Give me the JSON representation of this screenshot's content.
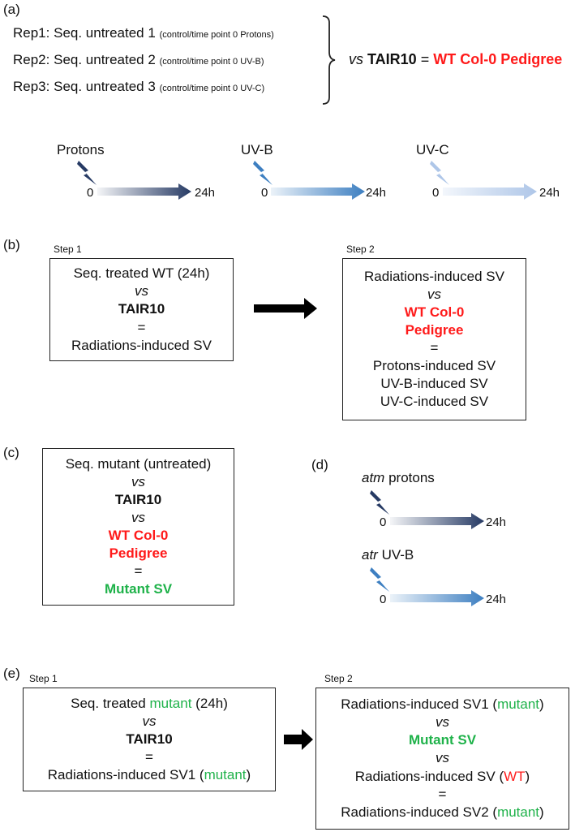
{
  "panels": {
    "a": {
      "label": "(a)",
      "reps": [
        {
          "name": "Rep1:",
          "text": "Seq. untreated 1",
          "note": "(control/time point 0 Protons)"
        },
        {
          "name": "Rep2:",
          "text": "Seq. untreated 2",
          "note": "(control/time point 0 UV-B)"
        },
        {
          "name": "Rep3:",
          "text": "Seq. untreated 3",
          "note": "(control/time point 0 UV-C)"
        }
      ],
      "vs": "vs",
      "ref": "TAIR10",
      "eq": "=",
      "result": "WT Col-0 Pedigree",
      "timelines": [
        {
          "label": "Protons",
          "start": "0",
          "end": "24h",
          "color": "#263a64"
        },
        {
          "label": "UV-B",
          "start": "0",
          "end": "24h",
          "color": "#3d7fc1"
        },
        {
          "label": "UV-C",
          "start": "0",
          "end": "24h",
          "color": "#aec6e8"
        }
      ]
    },
    "b": {
      "label": "(b)",
      "step1": {
        "label": "Step 1",
        "line1": "Seq. treated WT (24h)",
        "vs": "vs",
        "ref": "TAIR10",
        "eq": "=",
        "result": "Radiations-induced SV"
      },
      "step2": {
        "label": "Step 2",
        "line1": "Radiations-induced SV",
        "vs": "vs",
        "ref_line1": "WT Col-0",
        "ref_line2": "Pedigree",
        "eq": "=",
        "results": [
          "Protons-induced SV",
          "UV-B-induced SV",
          "UV-C-induced SV"
        ]
      }
    },
    "c": {
      "label": "(c)",
      "line1": "Seq. mutant (untreated)",
      "vs1": "vs",
      "ref": "TAIR10",
      "vs2": "vs",
      "wt_line1": "WT Col-0",
      "wt_line2": "Pedigree",
      "eq": "=",
      "result": "Mutant SV"
    },
    "d": {
      "label": "(d)",
      "timelines": [
        {
          "gene": "atm",
          "label": "protons",
          "start": "0",
          "end": "24h",
          "color": "#263a64"
        },
        {
          "gene": "atr",
          "label": "UV-B",
          "start": "0",
          "end": "24h",
          "color": "#3d7fc1"
        }
      ]
    },
    "e": {
      "label": "(e)",
      "step1": {
        "label": "Step 1",
        "line1_pre": "Seq. treated ",
        "line1_mut": "mutant",
        "line1_post": " (24h)",
        "vs": "vs",
        "ref": "TAIR10",
        "eq": "=",
        "result_pre": "Radiations-induced SV1 (",
        "result_mut": "mutant",
        "result_post": ")"
      },
      "step2": {
        "label": "Step 2",
        "line1_pre": "Radiations-induced SV1 (",
        "line1_mut": "mutant",
        "line1_post": ")",
        "vs1": "vs",
        "mutant_sv": "Mutant SV",
        "vs2": "vs",
        "line3_pre": "Radiations-induced SV (",
        "line3_wt": "WT",
        "line3_post": ")",
        "eq": "=",
        "result_pre": "Radiations-induced SV2 (",
        "result_mut": "mutant",
        "result_post": ")"
      }
    }
  },
  "colors": {
    "red": "#ff1a1a",
    "green": "#1fb24a",
    "protons": "#263a64",
    "uvb": "#3d7fc1",
    "uvc": "#aec6e8"
  }
}
